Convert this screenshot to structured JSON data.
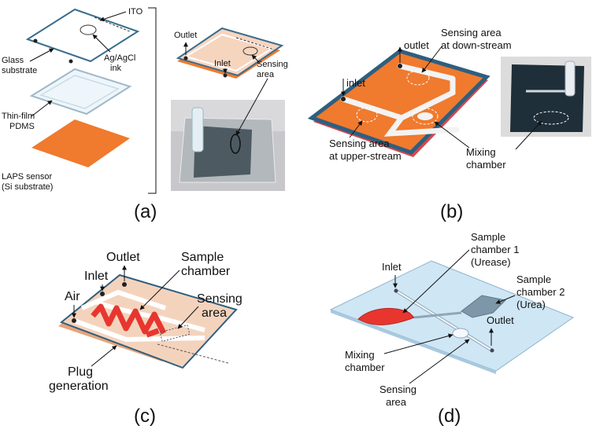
{
  "panel_a": {
    "caption": "(a)",
    "labels": {
      "ito": "ITO",
      "ag_agcl": [
        "Ag/AgCl",
        "ink"
      ],
      "glass": [
        "Glass",
        "substrate"
      ],
      "pdms": [
        "Thin-film",
        "PDMS"
      ],
      "laps": [
        "LAPS sensor",
        "(Si substrate)"
      ],
      "outlet": "Outlet",
      "inlet": "Inlet",
      "sensing": [
        "Sensing",
        "area"
      ]
    }
  },
  "panel_b": {
    "caption": "(b)",
    "labels": {
      "sensing_down": [
        "Sensing area",
        "at down-stream"
      ],
      "outlet": "outlet",
      "inlet": "inlet",
      "sensing_up": [
        "Sensing area",
        "at upper-stream"
      ],
      "mixing": [
        "Mixing",
        "chamber"
      ]
    }
  },
  "panel_c": {
    "caption": "(c)",
    "labels": {
      "outlet": "Outlet",
      "inlet": "Inlet",
      "air": "Air",
      "sample_chamber": [
        "Sample",
        "chamber"
      ],
      "sensing": [
        "Sensing",
        "area"
      ],
      "plug": [
        "Plug",
        "generation"
      ]
    }
  },
  "panel_d": {
    "caption": "(d)",
    "labels": {
      "inlet": "Inlet",
      "sample1": [
        "Sample",
        "chamber 1",
        "(Urease)"
      ],
      "sample2": [
        "Sample",
        "chamber 2",
        "(Urea)"
      ],
      "outlet": "Outlet",
      "mixing": [
        "Mixing",
        "chamber"
      ],
      "sensing": [
        "Sensing",
        "area"
      ]
    }
  },
  "colors": {
    "laps_orange": "#f07a2e",
    "glass_border": "#3a6e8c",
    "red_chamber": "#e8362f",
    "glass_blue": "#cfe6f5"
  }
}
